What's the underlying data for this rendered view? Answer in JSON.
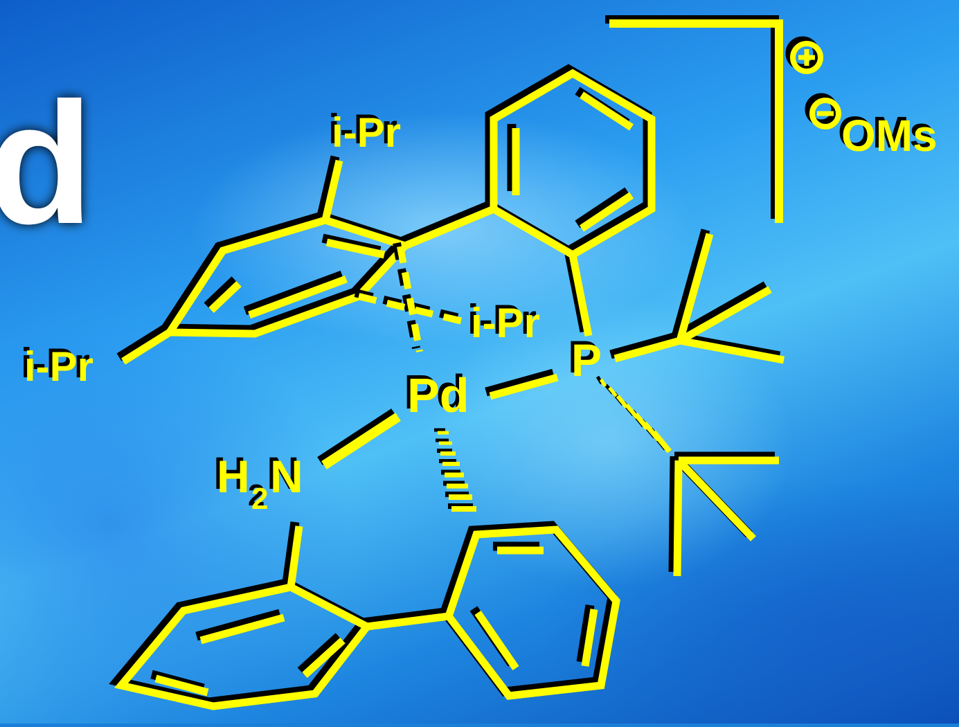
{
  "colors": {
    "accent": "#ffff00",
    "shadow": "#000000",
    "background": "#1a7fd8"
  },
  "title_fragment": "d",
  "labels": {
    "ipr_top": "i-Pr",
    "ipr_mid": "i-Pr",
    "ipr_left": "i-Pr",
    "pd": "Pd",
    "p": "P",
    "h2n_h": "H",
    "h2n_sub": "2",
    "h2n_n": "N",
    "plus_charge": "+",
    "minus_charge": "−",
    "counterion": "OMs"
  }
}
